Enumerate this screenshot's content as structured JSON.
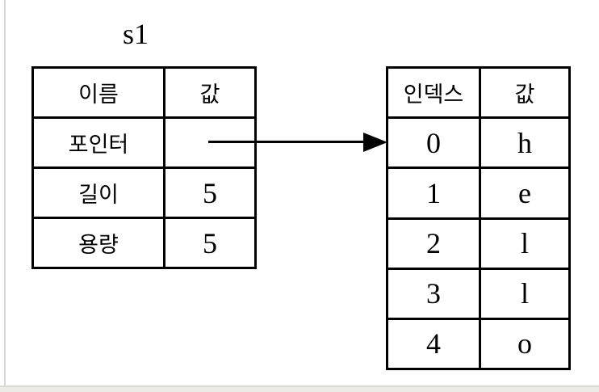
{
  "diagram": {
    "title": "s1",
    "struct_table": {
      "headers": [
        "이름",
        "값"
      ],
      "rows": [
        {
          "name": "포인터",
          "value": ""
        },
        {
          "name": "길이",
          "value": "5"
        },
        {
          "name": "용량",
          "value": "5"
        }
      ]
    },
    "array_table": {
      "headers": [
        "인덱스",
        "값"
      ],
      "rows": [
        {
          "index": "0",
          "value": "h"
        },
        {
          "index": "1",
          "value": "e"
        },
        {
          "index": "2",
          "value": "l"
        },
        {
          "index": "3",
          "value": "l"
        },
        {
          "index": "4",
          "value": "o"
        }
      ]
    },
    "arrow": {
      "from": "포인터 값",
      "to": "인덱스 0"
    },
    "colors": {
      "table_border": "#000000",
      "text": "#000000",
      "background": "#ffffff",
      "frame_line": "#d9d9d3",
      "frame_strip": "#edece6"
    }
  }
}
